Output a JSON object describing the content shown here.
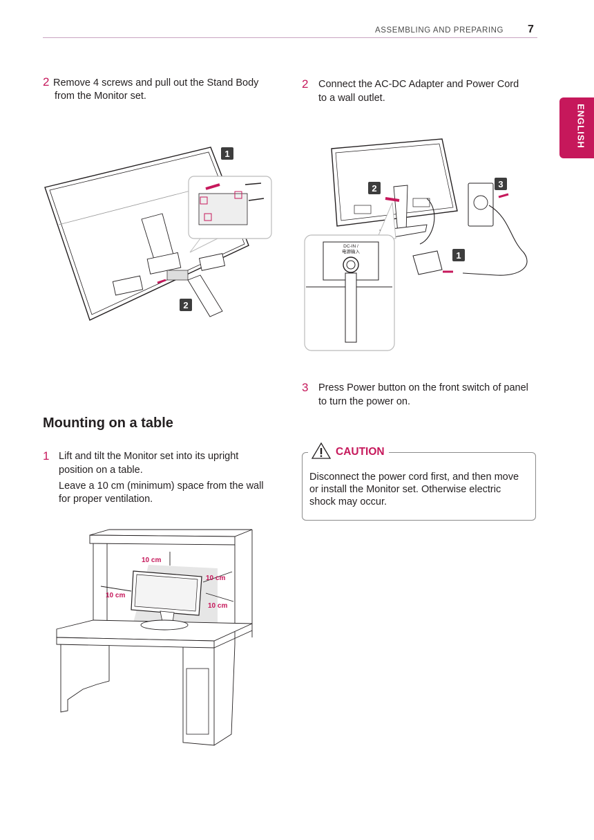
{
  "header": {
    "section": "ASSEMBLING AND PREPARING",
    "page_number": "7"
  },
  "language_tab": "ENGLISH",
  "left_step2": {
    "number": "2",
    "text_line1": "Remove 4 screws and pull out the Stand Body",
    "text_line2": "from the Monitor set."
  },
  "right_step2": {
    "number": "2",
    "text_line1": "Connect the AC-DC Adapter and Power Cord",
    "text_line2": "to a wall outlet."
  },
  "right_step3": {
    "number": "3",
    "text_line1": "Press Power button on the front switch of panel",
    "text_line2": "to turn the power on."
  },
  "mounting": {
    "title": "Mounting on a table",
    "step1_number": "1",
    "line1": "Lift and tilt the Monitor set into its upright",
    "line2": "position on a table.",
    "line3": "Leave a 10 cm (minimum) space from the wall",
    "line4": "for proper ventilation."
  },
  "caution": {
    "label": "CAUTION",
    "line1": "Disconnect the power cord first, and then move",
    "line2": "or install the Monitor set. Otherwise electric",
    "line3": "shock may occur."
  },
  "illustration_labels": {
    "stand_callout_1": "1",
    "stand_callout_2": "2",
    "adapter_callout_1": "1",
    "adapter_callout_2": "2",
    "adapter_callout_3": "3",
    "dc_in_line1": "DC-IN /",
    "dc_in_line2": "电源输入",
    "clearance_top": "10 cm",
    "clearance_left": "10 cm",
    "clearance_right_upper": "10 cm",
    "clearance_right_lower": "10 cm"
  },
  "colors": {
    "accent": "#c6185b",
    "text": "#231f20",
    "rule": "#c9a3c0"
  }
}
